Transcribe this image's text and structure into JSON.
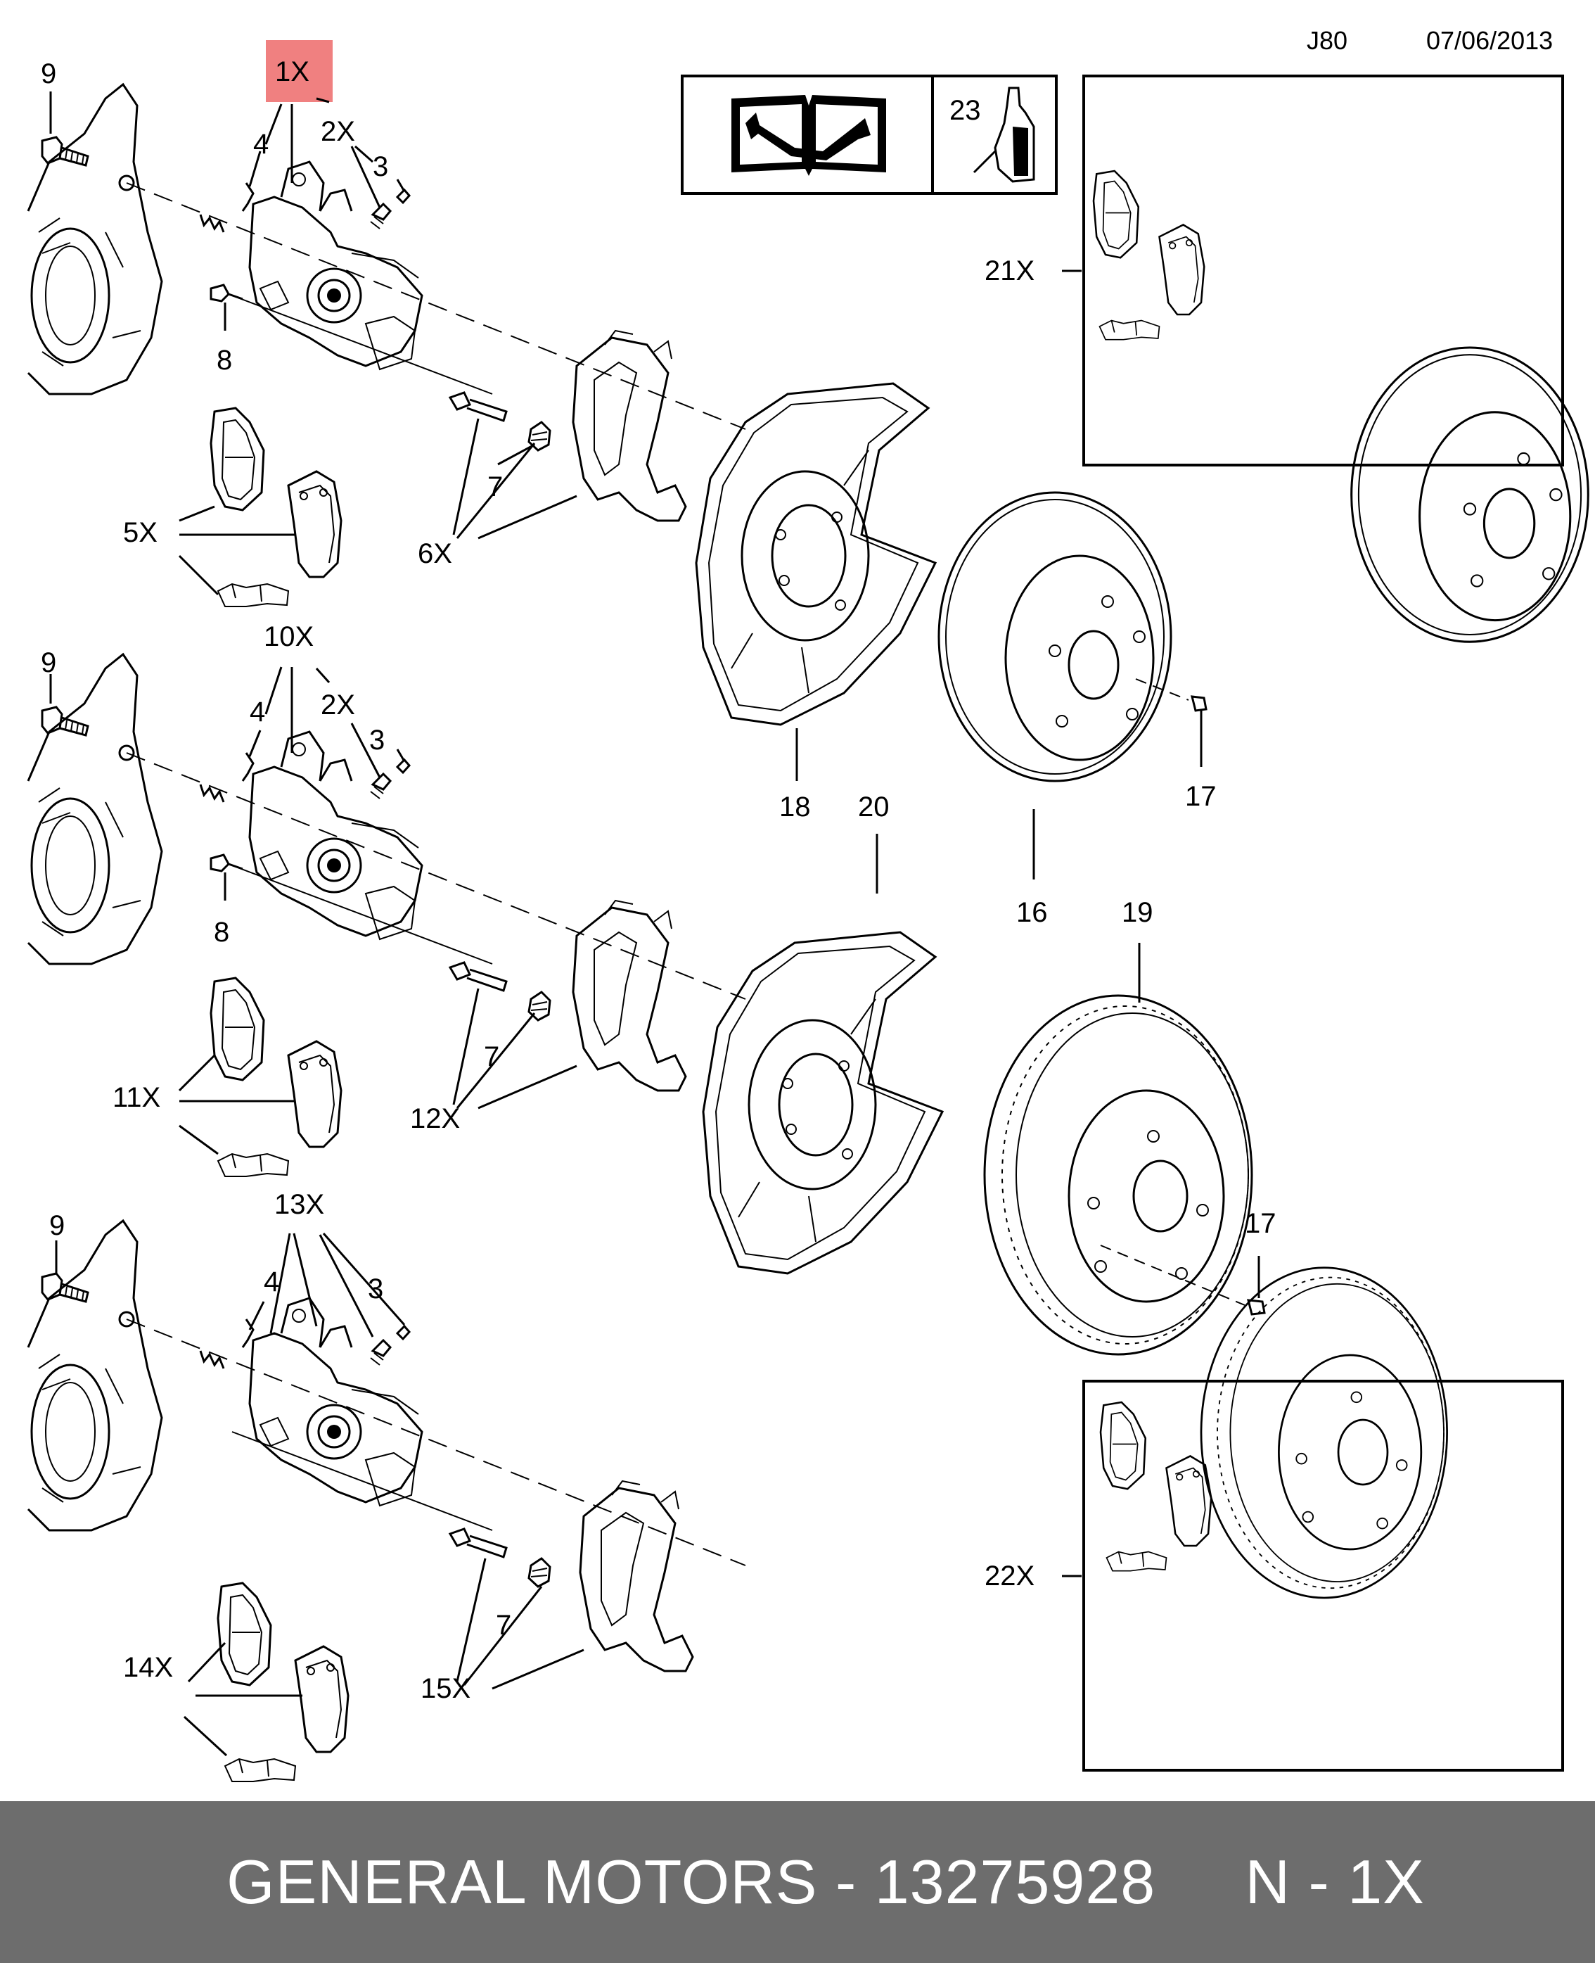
{
  "header": {
    "code": "J80",
    "date": "07/06/2013"
  },
  "highlight": {
    "label": "1X",
    "color": "#f08080"
  },
  "manual_box": {
    "item": "23",
    "icons": [
      "service-manual-icon",
      "sealant-bottle-icon"
    ]
  },
  "groups": [
    {
      "caliper": "1X",
      "spring": "4",
      "bolt": "9",
      "bleeder": "2X",
      "cap": "3",
      "pin_bolt": "8",
      "pads": "5X",
      "bracket": "6X",
      "boot": "7"
    },
    {
      "caliper": "10X",
      "spring": "4",
      "bolt": "9",
      "bleeder": "2X",
      "cap": "3",
      "pin_bolt": "8",
      "pads": "11X",
      "bracket": "12X",
      "boot": "7"
    },
    {
      "caliper": "13X",
      "spring": "4",
      "bolt": "9",
      "cap": "3",
      "pads": "14X",
      "bracket": "15X",
      "boot": "7"
    }
  ],
  "discs": {
    "shield_a": "18",
    "shield_b": "20",
    "disc_a": "16",
    "disc_b": "19",
    "screw_a": "17",
    "screw_b": "17"
  },
  "kits": {
    "kit_a": "21X",
    "kit_b": "22X"
  },
  "footer": {
    "brand": "GENERAL MOTORS",
    "separator": " - ",
    "part_number": "13275928",
    "gap": "     ",
    "note": "N - 1X"
  },
  "colors": {
    "line": "#000000",
    "footer_bg": "#6d6d6d",
    "footer_text": "#ffffff"
  }
}
